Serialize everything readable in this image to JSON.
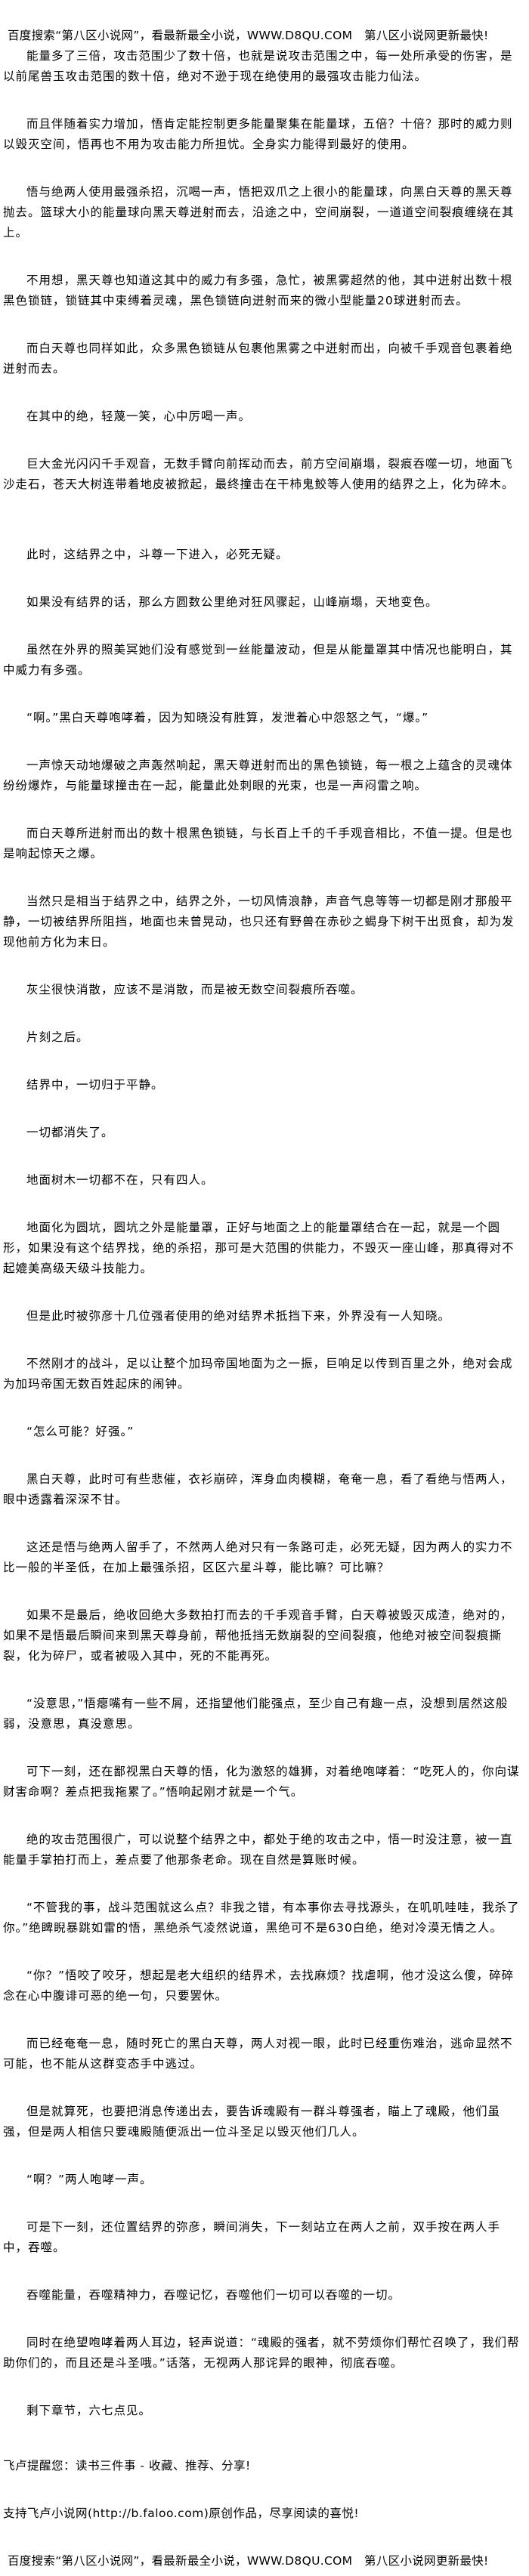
{
  "banner": "百度搜索“第八区小说网”，看最新最全小说，WWW.D8QU.COM　第八区小说网更新最快!",
  "paragraphs": [
    "能量多了三倍，攻击范围少了数十倍，也就是说攻击范围之中，每一处所承受的伤害，是以前尾兽玉攻击范围的数十倍，绝对不逊于现在绝使用的最强攻击能力仙法。",
    "而且伴随着实力增加，悟肯定能控制更多能量聚集在能量球，五倍？十倍？那时的威力则以毁灭空间，悟再也不用为攻击能力所担忧。全身实力能得到最好的使用。",
    "悟与绝两人使用最强杀招，沉喝一声，悟把双爪之上很小的能量球，向黑白天尊的黑天尊抛去。篮球大小的能量球向黑天尊迸射而去，沿途之中，空间崩裂，一道道空间裂痕缠绕在其上。",
    "不用想，黑天尊也知道这其中的威力有多强，急忙，被黑雾超然的他，其中迸射出数十根黑色锁链，锁链其中束缚着灵魂，黑色锁链向迸射而来的微小型能量20球迸射而去。",
    "而白天尊也同样如此，众多黑色锁链从包裹他黑雾之中迸射而出，向被千手观音包裹着绝迸射而去。",
    "在其中的绝，轻蔑一笑，心中厉喝一声。",
    "巨大金光闪闪千手观音，无数手臂向前挥动而去，前方空间崩塌，裂痕吞噬一切，地面飞沙走石，苍天大树连带着地皮被掀起，最终撞击在干柿鬼鲛等人使用的结界之上，化为碎木。",
    "此时，这结界之中，斗尊一下进入，必死无疑。",
    "如果没有结界的话，那么方圆数公里绝对狂风骤起，山峰崩塌，天地变色。",
    "虽然在外界的照美冥她们没有感觉到一丝能量波动，但是从能量罩其中情况也能明白，其中威力有多强。",
    "“啊。”黑白天尊咆哮着，因为知晓没有胜算，发泄着心中怨怒之气，“爆。”",
    "一声惊天动地爆破之声轰然响起，黑天尊迸射而出的黑色锁链，每一根之上蕴含的灵魂体纷纷爆炸，与能量球撞击在一起，能量此处刺眼的光束，也是一声闷雷之响。",
    "而白天尊所迸射而出的数十根黑色锁链，与长百上千的千手观音相比，不值一提。但是也是响起惊天之爆。",
    "当然只是相当于结界之中，结界之外，一切风情浪静，声音气息等等一切都是刚才那般平静，一切被结界所阻挡，地面也未曾晃动，也只还有野兽在赤砂之蝎身下树干出觅食，却为发现他前方化为末日。",
    "灰尘很快消散，应该不是消散，而是被无数空间裂痕所吞噬。",
    "片刻之后。",
    "结界中，一切归于平静。",
    "一切都消失了。",
    "地面树木一切都不在，只有四人。",
    "地面化为圆坑，圆坑之外是能量罩，正好与地面之上的能量罩结合在一起，就是一个圆形，如果没有这个结界找，绝的杀招，那可是大范围的供能力，不毁灭一座山峰，那真得对不起媲美高级天级斗技能力。",
    "但是此时被弥彦十几位强者使用的绝对结界术抵挡下来，外界没有一人知晓。",
    "不然刚才的战斗，足以让整个加玛帝国地面为之一振，巨响足以传到百里之外，绝对会成为加玛帝国无数百姓起床的闹钟。",
    "“怎么可能？好强。”",
    "黑白天尊，此时可有些悲催，衣衫崩碎，浑身血肉模糊，奄奄一息，看了看绝与悟两人，眼中透露着深深不甘。",
    "这还是悟与绝两人留手了，不然两人绝对只有一条路可走，必死无疑，因为两人的实力不比一般的半圣低，在加上最强杀招，区区六星斗尊，能比嘛？可比嘛？",
    "如果不是最后，绝收回绝大多数拍打而去的千手观音手臂，白天尊被毁灭成渣，绝对的，如果不是悟最后瞬间来到黑天尊身前，帮他抵挡无数崩裂的空间裂痕，他绝对被空间裂痕撕裂，化为碎尸，或者被吸入其中，死的不能再死。",
    "“没意思，”悟瘪嘴有一些不屑，还指望他们能强点，至少自己有趣一点，没想到居然这般弱，没意思，真没意思。",
    "可下一刻，还在鄙视黑白天尊的悟，化为激怒的雄狮，对着绝咆哮着：“吃死人的，你向谋财害命啊？差点把我拖累了。”悟响起刚才就是一个气。",
    "绝的攻击范围很广，可以说整个结界之中，都处于绝的攻击之中，悟一时没注意，被一直能量手掌拍打而上，差点要了他那条老命。现在自然是算账时候。",
    "“不管我的事，战斗范围就这么点？非我之错，有本事你去寻找源头，在叽叽哇哇，我杀了你。”绝睥睨暴跳如雷的悟，黑绝杀气凌然说道，黑绝可不是630白绝，绝对冷漠无情之人。",
    "“你？”悟咬了咬牙，想起是老大组织的结界术，去找麻烦？找虐啊，他才没这么傻，碎碎念在心中腹诽可恶的绝一句，只要罢休。",
    "而已经奄奄一息，随时死亡的黑白天尊，两人对视一眼，此时已经重伤难治，逃命显然不可能，也不能从这群变态手中逃过。",
    "但是就算死，也要把消息传递出去，要告诉魂殿有一群斗尊强者，瞄上了魂殿，他们虽强，但是两人相信只要魂殿随便派出一位斗圣足以毁灭他们几人。",
    "“啊？”两人咆哮一声。",
    "可是下一刻，还位置结界的弥彦，瞬间消失，下一刻站立在两人之前，双手按在两人手中，吞噬。",
    "吞噬能量，吞噬精神力，吞噬记忆，吞噬他们一切可以吞噬的一切。",
    "同时在绝望咆哮着两人耳边，轻声说道：“魂殿的强者，就不劳烦你们帮忙召唤了，我们帮助你们的，而且还是斗圣哦。”话落，无视两人那诧异的眼神，彻底吞噬。",
    "剩下章节，六七点见。"
  ],
  "footer": {
    "reminder": "飞卢提醒您：读书三件事 - 收藏、推荐、分享!",
    "support": "支持飞卢小说网(http://b.faloo.com)原创作品，尽享阅读的喜悦!",
    "banner": "百度搜索“第八区小说网”，看最新最全小说，WWW.D8QU.COM　第八区小说网更新最快!"
  }
}
